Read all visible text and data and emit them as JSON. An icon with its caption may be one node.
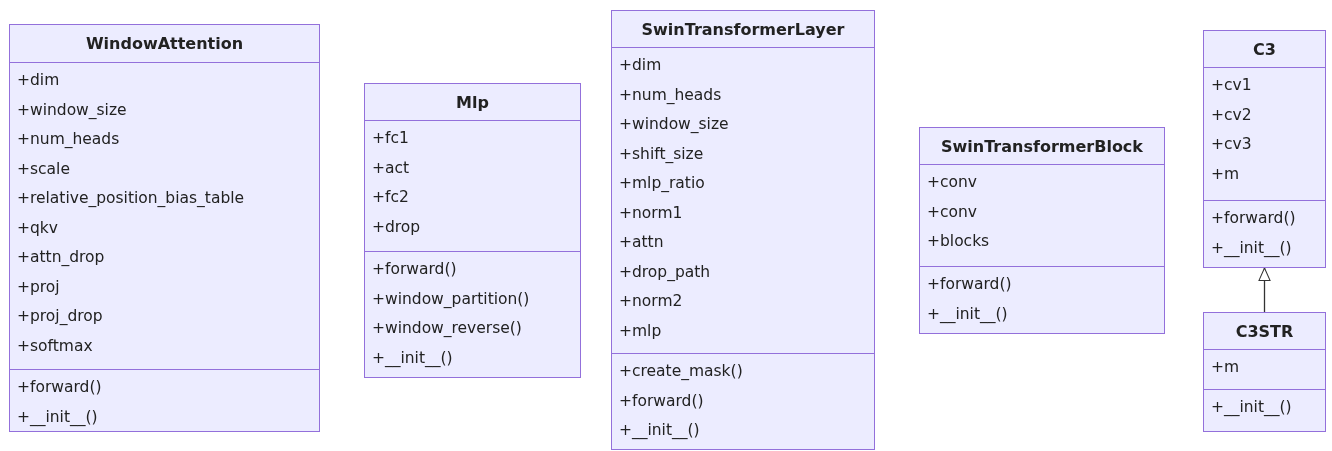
{
  "diagram": {
    "nodes": [
      {
        "text": [
          "WindowAttention"
        ]
      },
      {
        "text": [
          "+dim",
          "+window_size",
          "+num_heads",
          "+scale",
          "+relative_position_bias_table",
          "+qkv",
          "+attn_drop",
          "+proj",
          "+proj_drop",
          "+softmax"
        ],
        "in": 0
      },
      {
        "text": [
          "+forward()",
          "+__init__()"
        ],
        "in": 0
      },
      {
        "text": [
          "Mlp"
        ]
      },
      {
        "text": [
          "+fc1",
          "+act",
          "+fc2",
          "+drop"
        ],
        "in": 3
      },
      {
        "text": [
          "+forward()",
          "+window_partition()",
          "+window_reverse()",
          "+__init__()"
        ],
        "in": 3
      },
      {
        "text": [
          "SwinTransformerLayer"
        ]
      },
      {
        "text": [
          "+dim",
          "+num_heads",
          "+window_size",
          "+shift_size",
          "+mlp_ratio",
          "+norm1",
          "+attn",
          "+drop_path",
          "+norm2",
          "+mlp"
        ],
        "in": 6
      },
      {
        "text": [
          "+create_mask()",
          "+forward()",
          "+__init__()"
        ],
        "in": 6
      },
      {
        "text": [
          "SwinTransformerBlock"
        ]
      },
      {
        "text": [
          "+conv",
          "+conv",
          "+blocks"
        ],
        "in": 9
      },
      {
        "text": [
          "+forward()",
          "+__init__()"
        ],
        "in": 9
      },
      {
        "text": [
          "C3"
        ]
      },
      {
        "text": [
          "+cv1",
          "+cv2",
          "+cv3",
          "+m"
        ],
        "in": 12
      },
      {
        "text": [
          "+forward()",
          "+__init__()"
        ],
        "in": 12
      },
      {
        "text": [
          "C3STR"
        ]
      },
      {
        "text": [
          "+m"
        ],
        "in": 15
      },
      {
        "text": [
          "+__init__()"
        ],
        "in": 15
      }
    ],
    "edges": [
      {
        "from": 15,
        "to": 12,
        "arrow": "to"
      }
    ]
  }
}
